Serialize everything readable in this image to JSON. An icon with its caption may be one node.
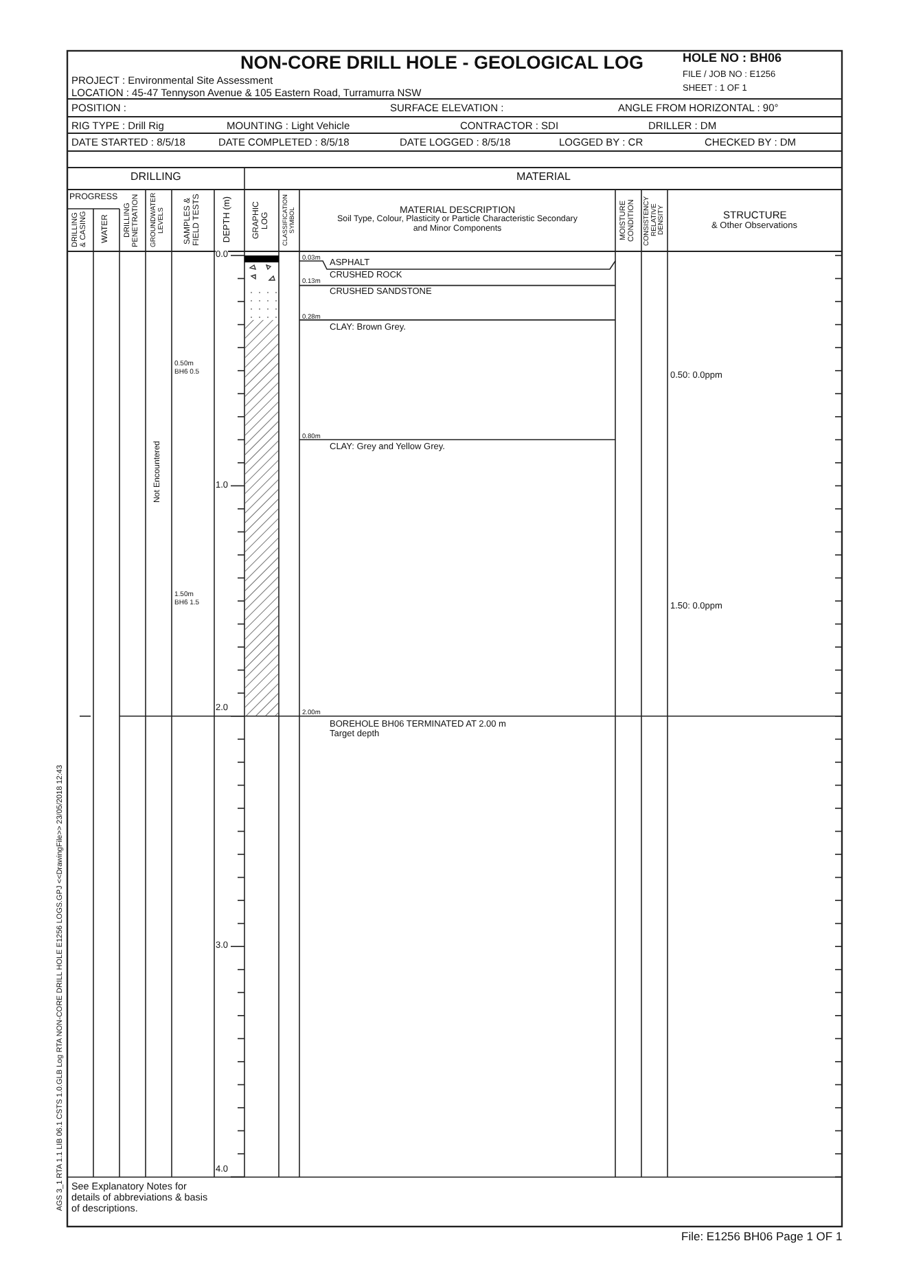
{
  "diagram": {
    "title": "NON-CORE DRILL HOLE - GEOLOGICAL LOG",
    "labels": [
      "HOLE NO : BH06",
      "FILE / JOB NO : E1256",
      "SHEET : 1 OF 1",
      "PROJECT : Environmental Site Assessment",
      "LOCATION : 45-47 Tennyson Avenue & 105 Eastern Road, Turramurra NSW",
      "POSITION :",
      "SURFACE ELEVATION :",
      "ANGLE FROM HORIZONTAL : 90°",
      "RIG TYPE : Drill Rig",
      "MOUNTING : Light Vehicle",
      "CONTRACTOR : SDI",
      "DRILLER : DM",
      "DATE STARTED : 8/5/18",
      "DATE COMPLETED : 8/5/18",
      "DATE LOGGED : 8/5/18",
      "LOGGED BY : CR",
      "CHECKED BY : DM",
      "DRILLING",
      "MATERIAL",
      "PROGRESS",
      "DRILLING & CASING",
      "WATER",
      "DRILLING PENETRATION",
      "GROUNDWATER LEVELS",
      "SAMPLES & FIELD TESTS",
      "DEPTH (m)",
      "GRAPHIC LOG",
      "CLASSIFICATION SYMBOL",
      "MATERIAL DESCRIPTION",
      "Soil Type, Colour, Plasticity or Particle Characteristic Secondary and Minor Components",
      "MOISTURE CONDITION",
      "CONSISTENCY RELATIVE DENSITY",
      "STRUCTURE",
      "& Other Observations",
      "0.0",
      "1.0",
      "2.0",
      "3.0",
      "4.0",
      "0.03m",
      "0.13m",
      "0.28m",
      "0.80m",
      "2.00m",
      "ASPHALT",
      "CRUSHED ROCK",
      "CRUSHED SANDSTONE",
      "CLAY: Brown Grey.",
      "CLAY: Grey and Yellow Grey.",
      "BOREHOLE BH06 TERMINATED AT 2.00 m",
      "Target depth",
      "0.50m BH6 0.5",
      "1.50m BH6 1.5",
      "Not Encountered",
      "0.50: 0.0ppm",
      "1.50: 0.0ppm",
      "See Explanatory Notes for details of abbreviations & basis of descriptions.",
      "AGS 3_1 RTA 1.1 LIB 06.1 CSTS 1.0.GLB Log RTA NON-CORE DRILL HOLE E1256 LOGS.GPJ <<DrawingFile>> 23/05/2018 12:43",
      "File: E1256 BH06 Page 1 OF 1"
    ]
  }
}
